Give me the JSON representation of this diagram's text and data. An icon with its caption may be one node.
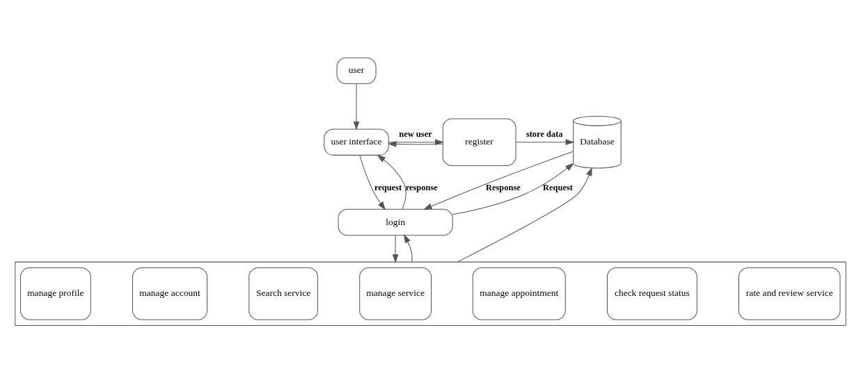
{
  "diagram": {
    "nodes": [
      {
        "text": [
          "user"
        ]
      },
      {
        "text": [
          "user interface"
        ]
      },
      {
        "text": [
          "register"
        ]
      },
      {
        "text": [
          "Database"
        ]
      },
      {
        "text": [
          "login"
        ]
      },
      {
        "text": [],
        "shape": "box"
      },
      {
        "text": [
          "manage profile"
        ],
        "in": 5
      },
      {
        "text": [
          "manage account"
        ],
        "in": 5
      },
      {
        "text": [
          "Search service"
        ],
        "in": 5
      },
      {
        "text": [
          "manage service"
        ],
        "in": 5
      },
      {
        "text": [
          "manage appointment"
        ],
        "in": 5
      },
      {
        "text": [
          "check request status"
        ],
        "in": 5
      },
      {
        "text": [
          "rate and review service"
        ],
        "in": 5
      }
    ],
    "edges": [
      {
        "from": 0,
        "to": 1,
        "arrow": "to"
      },
      {
        "from": 1,
        "to": 2,
        "arrow": "to",
        "label": "new user"
      },
      {
        "from": 2,
        "to": 1,
        "arrow": "to"
      },
      {
        "from": 2,
        "to": 3,
        "arrow": "to",
        "label": "store data"
      },
      {
        "from": 1,
        "to": 4,
        "arrow": "to",
        "label": "request"
      },
      {
        "from": 4,
        "to": 1,
        "arrow": "to",
        "label": "response"
      },
      {
        "from": 4,
        "to": 3,
        "arrow": "to",
        "label": "Request"
      },
      {
        "from": 3,
        "to": 4,
        "arrow": "to",
        "label": "Response"
      },
      {
        "from": 4,
        "to": 5,
        "arrow": "to"
      },
      {
        "from": 5,
        "to": 4,
        "arrow": "to"
      },
      {
        "from": 5,
        "to": 3,
        "arrow": "to"
      }
    ]
  }
}
